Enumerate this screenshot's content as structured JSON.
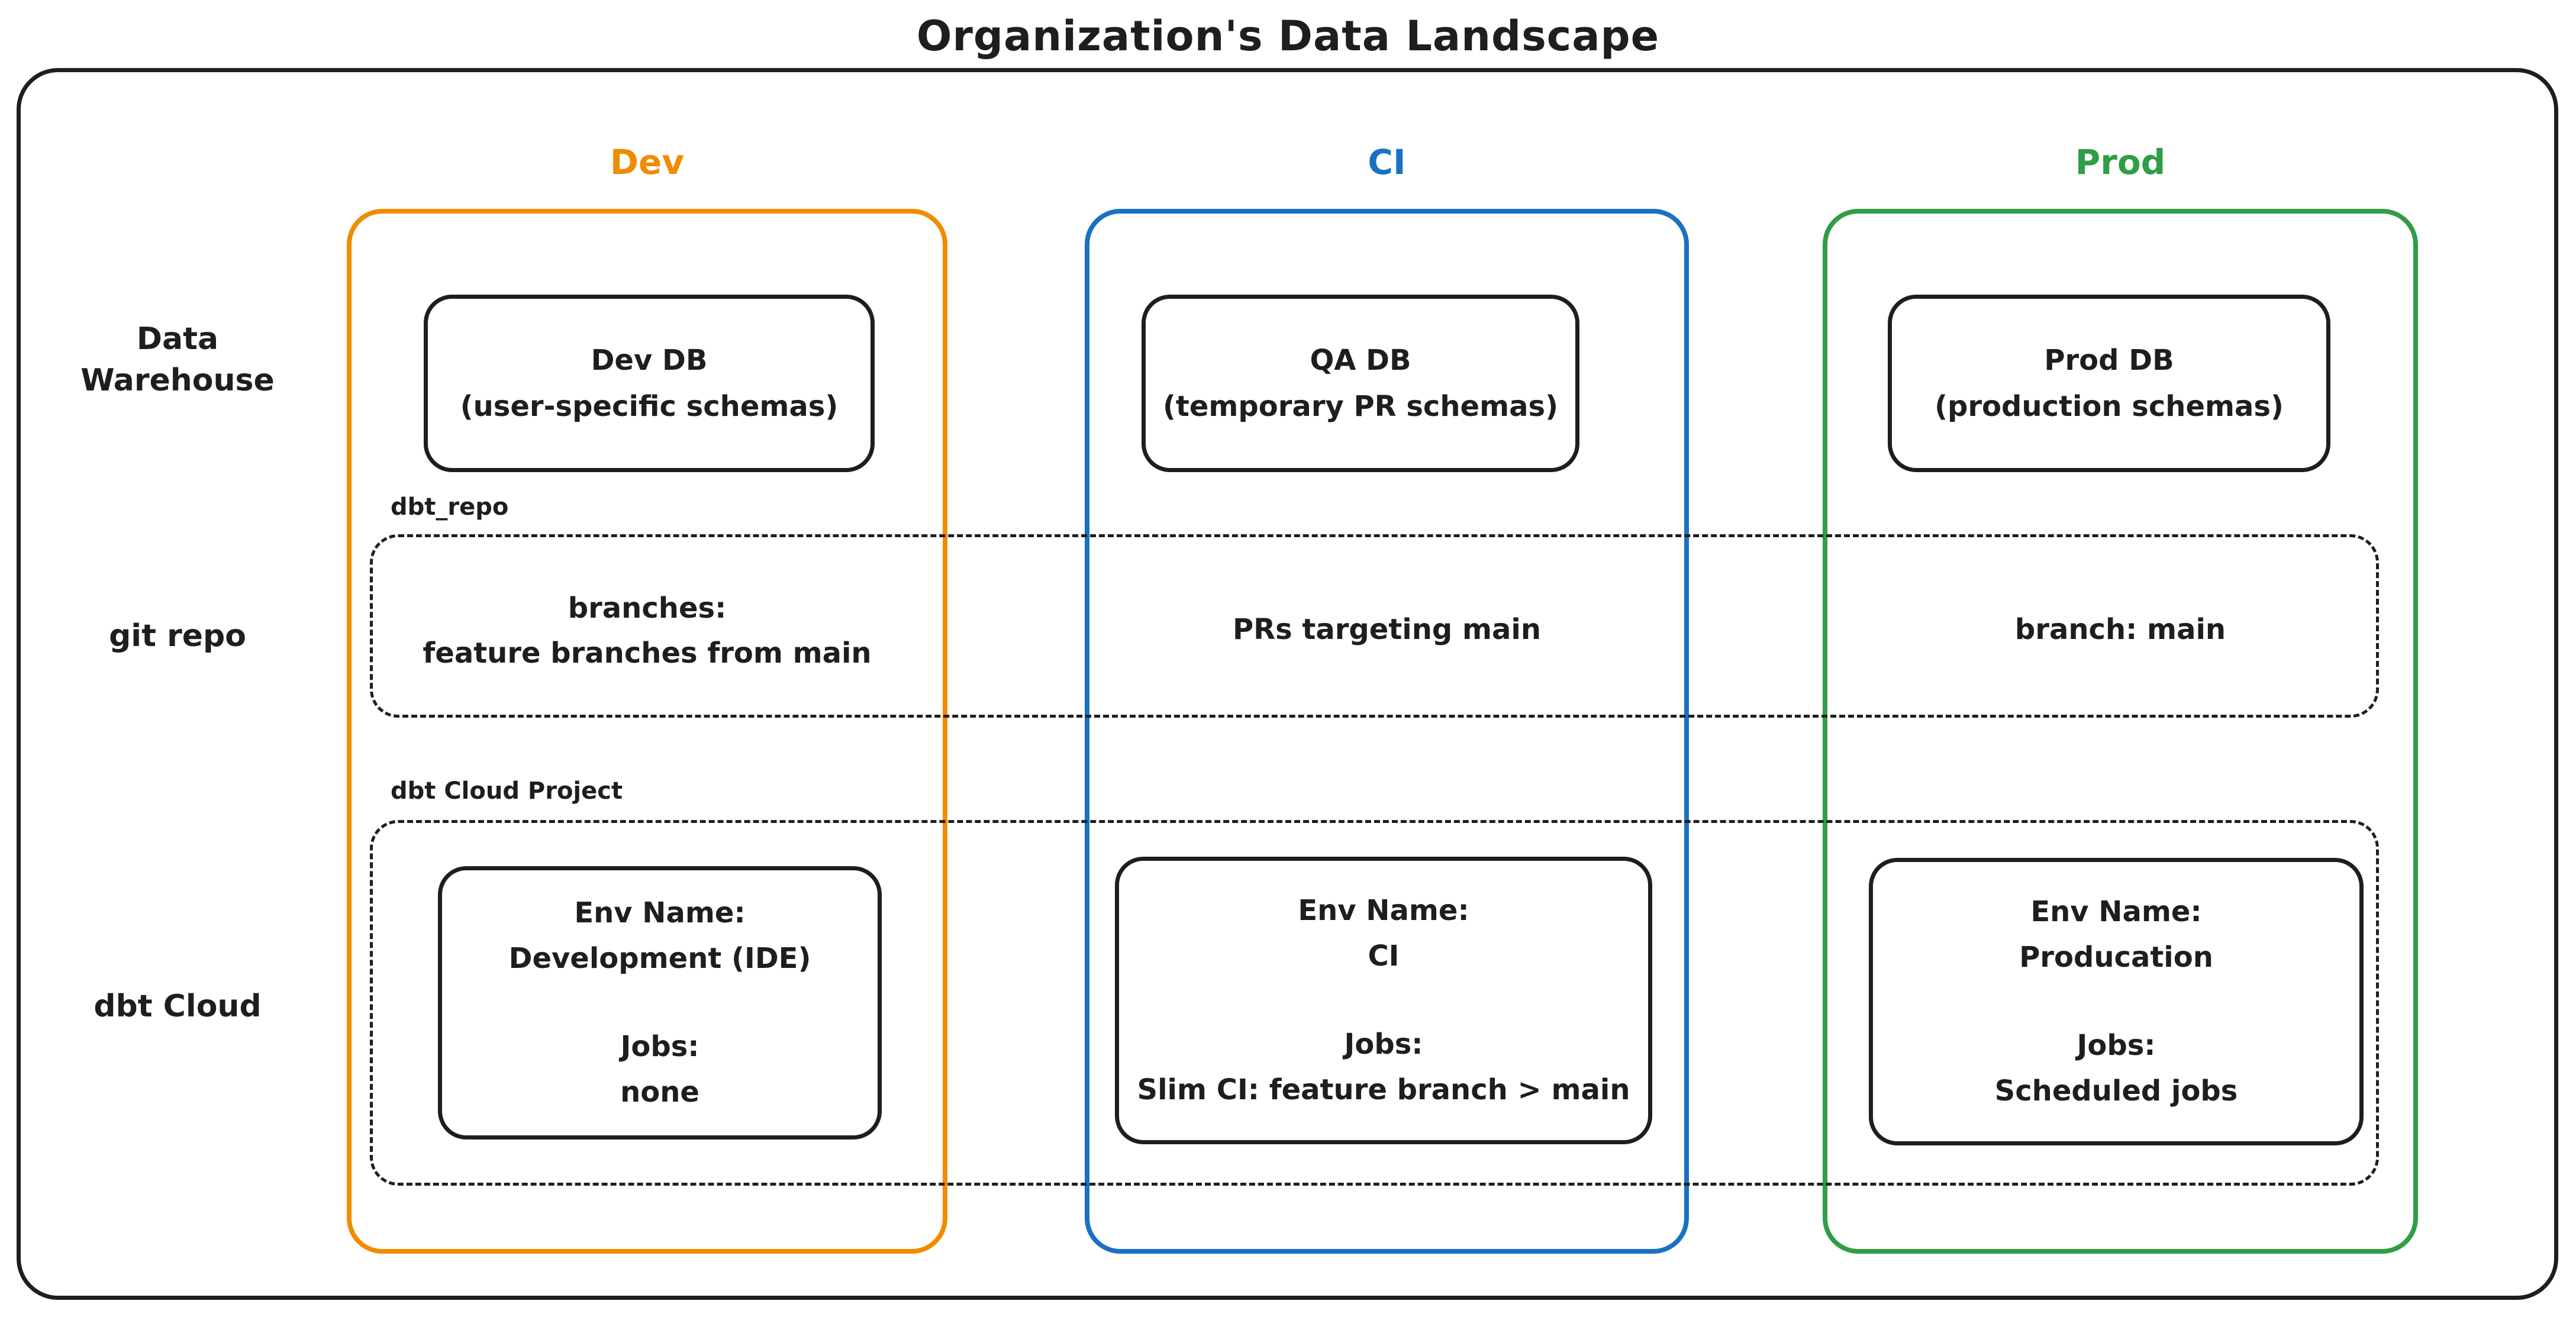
{
  "title": "Organization's Data Landscape",
  "colors": {
    "dev_accent": "#f08c00",
    "ci_accent": "#1971c2",
    "prod_accent": "#2f9e44",
    "stroke": "#1e1e1e",
    "background": "#ffffff"
  },
  "headers": {
    "dev": "Dev",
    "ci": "CI",
    "prod": "Prod"
  },
  "row_labels": {
    "warehouse_line1": "Data",
    "warehouse_line2": "Warehouse",
    "git": "git repo",
    "cloud": "dbt Cloud"
  },
  "warehouse": {
    "dev": {
      "name": "Dev DB",
      "schemas": "(user-specific schemas)"
    },
    "ci": {
      "name": "QA DB",
      "schemas": "(temporary PR schemas)"
    },
    "prod": {
      "name": "Prod DB",
      "schemas": "(production schemas)"
    }
  },
  "git": {
    "group_label": "dbt_repo",
    "dev_line1": "branches:",
    "dev_line2": "feature branches from main",
    "ci": "PRs targeting main",
    "prod": "branch: main"
  },
  "cloud": {
    "group_label": "dbt Cloud Project",
    "dev": {
      "env_label": "Env Name:",
      "env": "Development (IDE)",
      "jobs_label": "Jobs:",
      "jobs": "none"
    },
    "ci": {
      "env_label": "Env Name:",
      "env": "CI",
      "jobs_label": "Jobs:",
      "jobs": "Slim CI: feature branch > main"
    },
    "prod": {
      "env_label": "Env Name:",
      "env": "Producation",
      "jobs_label": "Jobs:",
      "jobs": "Scheduled jobs"
    }
  }
}
